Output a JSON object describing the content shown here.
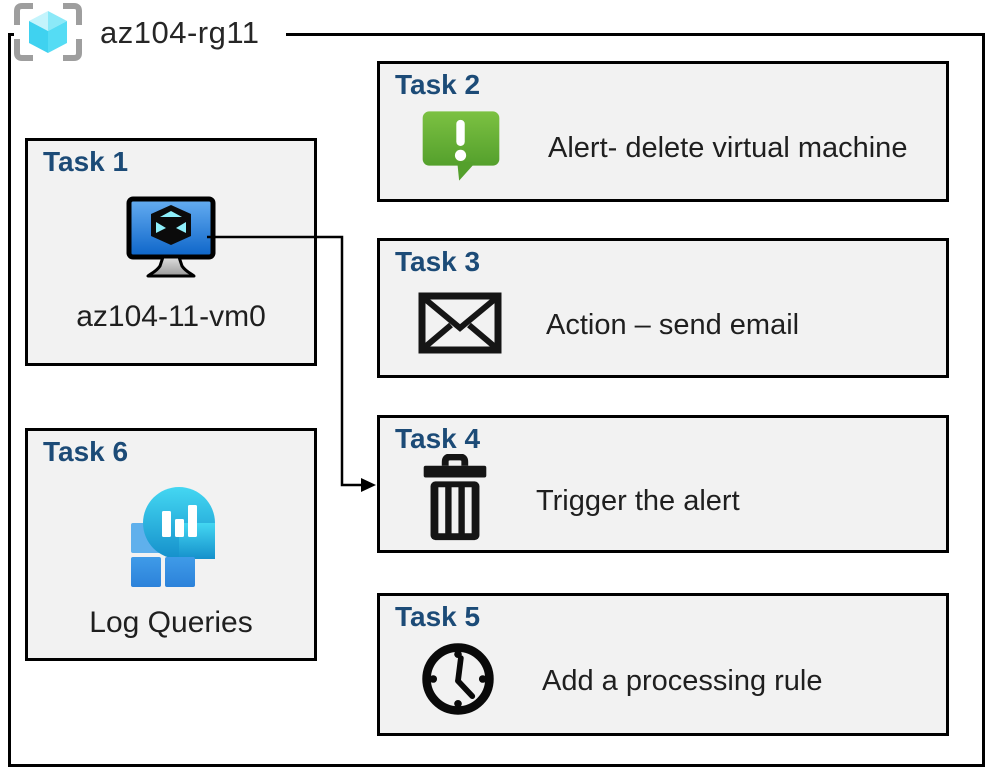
{
  "header": {
    "title": "az104-rg11",
    "icon": "resource-group"
  },
  "tasks": [
    {
      "heading": "Task 1",
      "label": "az104-11-vm0",
      "icon": "virtual-machine"
    },
    {
      "heading": "Task 2",
      "label": "Alert- delete virtual machine",
      "icon": "alert"
    },
    {
      "heading": "Task 3",
      "label": "Action – send email",
      "icon": "email"
    },
    {
      "heading": "Task 4",
      "label": "Trigger the alert",
      "icon": "trash"
    },
    {
      "heading": "Task 5",
      "label": "Add a processing rule",
      "icon": "clock"
    },
    {
      "heading": "Task 6",
      "label": "Log Queries",
      "icon": "log-queries"
    }
  ],
  "connector": {
    "from": "Task 1 virtual machine",
    "to": "Task 4"
  },
  "colors": {
    "heading": "#1C4B77",
    "box_fill": "#F2F2F2",
    "box_border": "#000000",
    "alert_green_top": "#7CC142",
    "alert_green_bottom": "#54A02C",
    "vm_screen_top": "#66AEF2",
    "vm_screen_bottom": "#0C64C8",
    "cube_cyan": "#8FEFFA",
    "rg_bracket_gray": "#9E9E9E",
    "log_bubble_top": "#44D7F2",
    "log_bubble_bottom": "#1590CB",
    "log_square_light": "#5FB0EC",
    "log_square_dark": "#2C82DA"
  }
}
